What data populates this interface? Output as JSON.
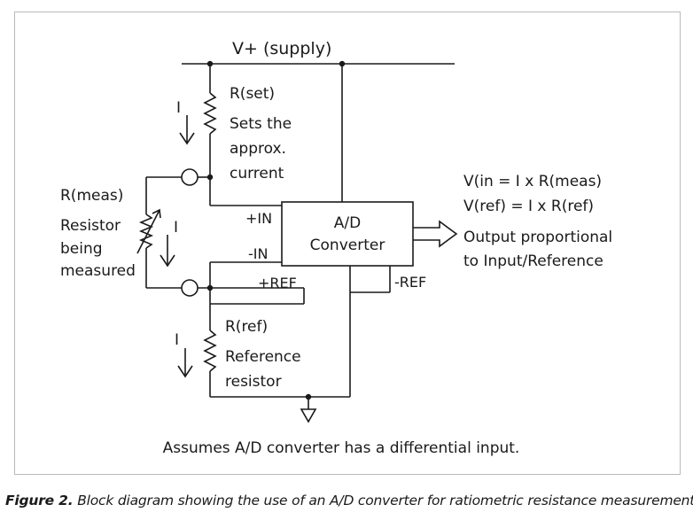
{
  "diagram": {
    "supply_label": "V+ (supply)",
    "rset": {
      "name": "R(set)",
      "desc_1": "Sets the",
      "desc_2": "approx.",
      "desc_3": "current"
    },
    "rmeas": {
      "name": "R(meas)",
      "desc_1": "Resistor",
      "desc_2": "being",
      "desc_3": "measured"
    },
    "rref": {
      "name": "R(ref)",
      "desc_1": "Reference",
      "desc_2": "resistor"
    },
    "current_label": "I",
    "converter": {
      "line_1": "A/D",
      "line_2": "Converter",
      "pin_in_pos": "+IN",
      "pin_in_neg": "-IN",
      "pin_ref_pos": "+REF",
      "pin_ref_neg": "-REF"
    },
    "equations": {
      "vin": "V(in = I x R(meas)",
      "vref": "V(ref) = I x R(ref)"
    },
    "output": {
      "line_1": "Output proportional",
      "line_2": "to Input/Reference"
    },
    "note": "Assumes A/D converter has a differential input."
  },
  "caption": {
    "label": "Figure 2.",
    "text": "Block diagram showing the use of an A/D converter for ratiometric resistance measurement."
  }
}
